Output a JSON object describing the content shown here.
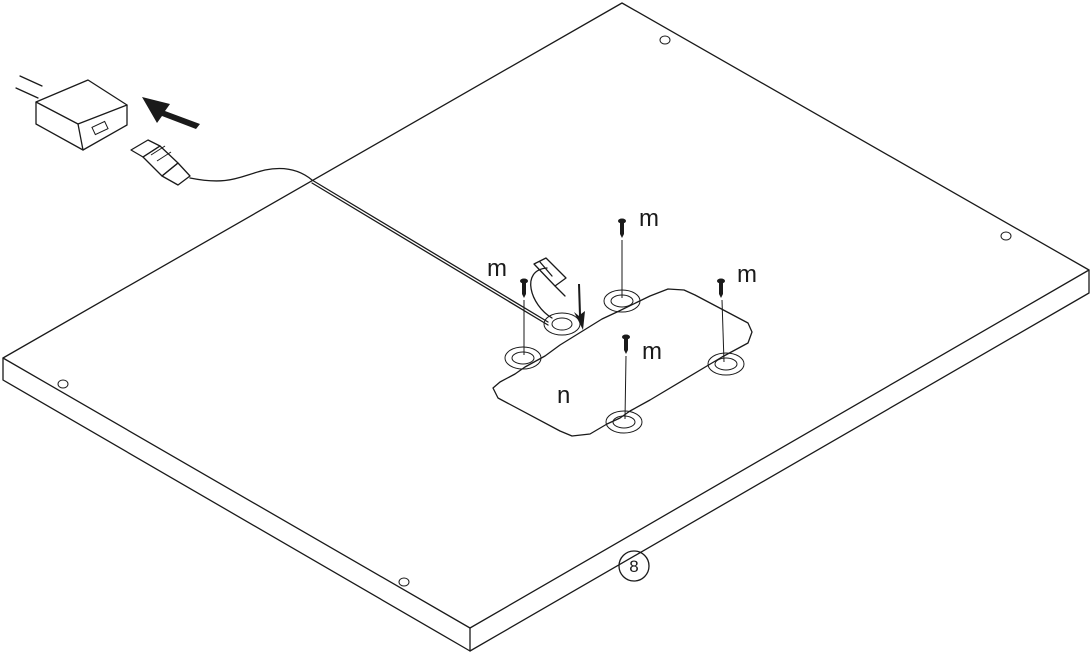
{
  "labels": {
    "screw": "m",
    "plate": "n",
    "step_number": "8"
  },
  "icons": [
    "usb-charger-icon",
    "usb-plug-icon",
    "direction-arrow-icon",
    "screw-icon"
  ],
  "colors": {
    "line": "#1a1a1a",
    "background": "#ffffff"
  }
}
